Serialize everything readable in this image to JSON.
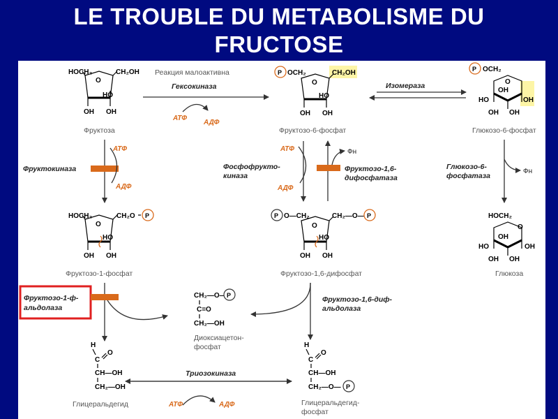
{
  "slide": {
    "title_line1": "LE TROUBLE DU METABOLISME DU",
    "title_line2": "FRUCTOSE"
  },
  "colors": {
    "background": "#000a80",
    "enzyme_block": "#d96a1b",
    "highlight": "#fdf5a6",
    "red_box": "#e02020"
  },
  "labels": {
    "hocH2": "HOCH₂",
    "ch2oh": "CH₂OH",
    "ch2o": "CH₂O",
    "ho": "HO",
    "oh": "OH",
    "o": "O",
    "och2": "OCH₂",
    "p": "P",
    "phosphate_p_o_ch2": "O—CH₂",
    "ch2_o": "CH₂—O",
    "ch2_o_dash": "CH₂—O—",
    "c_eq_o": "C=O",
    "ch2oh_chain": "CH₂—OH",
    "h": "H",
    "c_h_o": "C",
    "ch_oh": "CH—OH",
    "ch2_o_p": "CH₂—O—"
  },
  "compounds": {
    "fructose": "Фруктоза",
    "f6p": "Фруктозо-6-фосфат",
    "g6p": "Глюкозо-6-фосфат",
    "f1p": "Фруктозо-1-фосфат",
    "f16bp": "Фруктозо-1,6-дифосфат",
    "glucose": "Глюкоза",
    "dhap_1": "Диоксиацетон-",
    "dhap_2": "фосфат",
    "glyceraldehyde": "Глицеральдегид",
    "gap_1": "Глицеральдегид-",
    "gap_2": "фосфат"
  },
  "enzymes": {
    "hexokinase_note": "Реакция малоактивна",
    "hexokinase": "Гексокиназа",
    "isomerase": "Изомераза",
    "fructokinase": "Фруктокиназа",
    "pfk_1": "Фосфофрукто-",
    "pfk_2": "киназа",
    "fbpase_1": "Фруктозо-1,6-",
    "fbpase_2": "дифосфатаза",
    "g6pase_1": "Глюкозо-6-",
    "g6pase_2": "фосфатаза",
    "f1p_aldolase_1": "Фруктозо-1-ф-",
    "f1p_aldolase_2": "альдолаза",
    "fbp_aldolase_1": "Фруктозо-1,6-диф-",
    "fbp_aldolase_2": "альдолаза",
    "triokinase": "Триозокиназа"
  },
  "cofactors": {
    "atp": "АТФ",
    "adp": "АДФ",
    "pi": "Фн"
  }
}
